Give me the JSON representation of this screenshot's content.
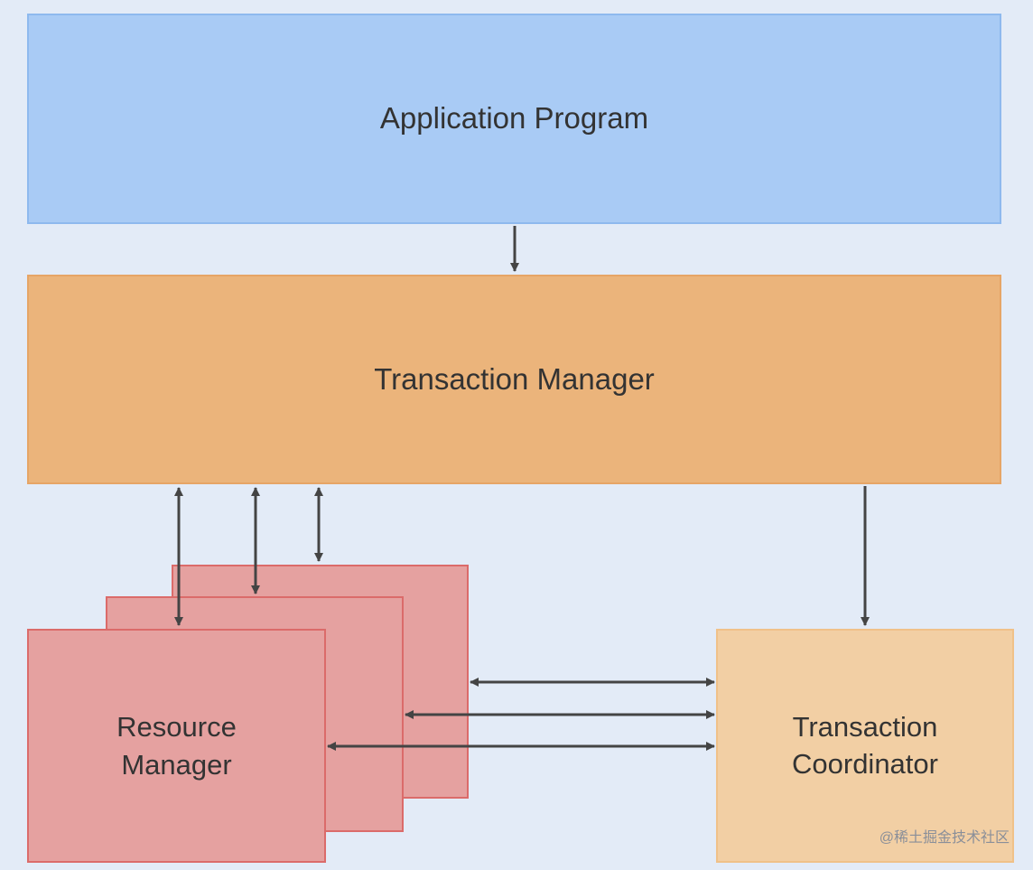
{
  "nodes": {
    "application_program": "Application Program",
    "transaction_manager": "Transaction Manager",
    "resource_manager": "Resource\nManager",
    "transaction_coordinator": "Transaction\nCoordinator"
  },
  "colors": {
    "background": "#e3ebf7",
    "application_fill": "#a9cbf5",
    "transaction_manager_fill": "#ebb47b",
    "resource_manager_fill": "#e5a1a0",
    "resource_manager_border": "#db6b6a",
    "coordinator_fill": "#f2cfa4",
    "arrow": "#444444"
  },
  "edges": [
    {
      "from": "Application Program",
      "to": "Transaction Manager",
      "direction": "one-way"
    },
    {
      "from": "Transaction Manager",
      "to": "Resource Manager (1)",
      "direction": "two-way"
    },
    {
      "from": "Transaction Manager",
      "to": "Resource Manager (2)",
      "direction": "two-way"
    },
    {
      "from": "Transaction Manager",
      "to": "Resource Manager (3)",
      "direction": "two-way"
    },
    {
      "from": "Transaction Manager",
      "to": "Transaction Coordinator",
      "direction": "one-way"
    },
    {
      "from": "Resource Manager (3)",
      "to": "Transaction Coordinator",
      "direction": "two-way"
    },
    {
      "from": "Resource Manager (2)",
      "to": "Transaction Coordinator",
      "direction": "two-way"
    },
    {
      "from": "Resource Manager (1)",
      "to": "Transaction Coordinator",
      "direction": "two-way"
    }
  ],
  "watermark": "@稀土掘金技术社区"
}
